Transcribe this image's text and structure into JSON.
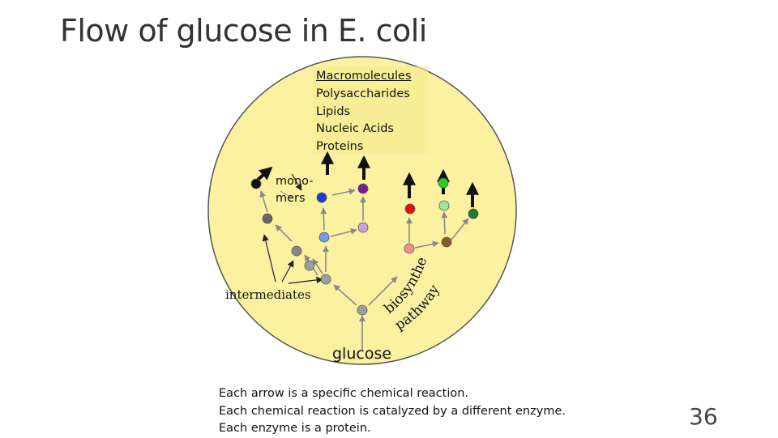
{
  "title": "Flow of glucose in E. coli",
  "macromolecules": {
    "header": "Macromolecules",
    "items": [
      "Polysaccharides",
      "Lipids",
      "Nucleic Acids",
      "Proteins"
    ]
  },
  "labels": {
    "monomers_line1": "mono-",
    "monomers_line2": "mers",
    "intermediates": "intermediates",
    "glucose": "glucose",
    "pathway_line1": "biosynthetic",
    "pathway_line2": "pathway"
  },
  "notes": [
    "Each arrow is a specific chemical reaction.",
    "Each chemical reaction is catalyzed by a different enzyme.",
    "Each enzyme is a protein."
  ],
  "page_number": "36",
  "colors": {
    "cell_fill": "#fbf1a0",
    "cell_stroke": "#555555",
    "intermediate": "#9e9e9e",
    "intermediate_dark": "#666666",
    "black": "#111111",
    "blue": "#1a3fd6",
    "light_blue": "#7799e6",
    "purple": "#7a1a96",
    "light_purple": "#c9a0dc",
    "red": "#e01010",
    "pink": "#f09090",
    "green_bright": "#22d022",
    "green_light": "#9ee89e",
    "brown": "#8b5a2b",
    "green_dark": "#1f7a2a"
  }
}
